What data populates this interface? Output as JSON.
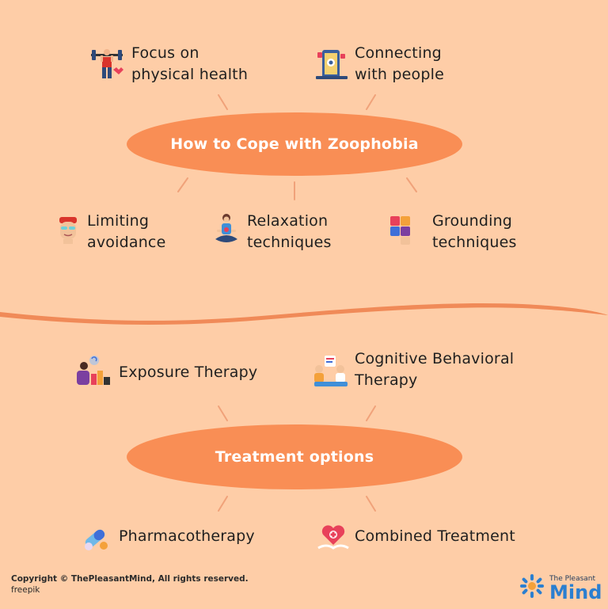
{
  "cope": {
    "title": "How to Cope with Zoophobia",
    "items": [
      {
        "line1": "Focus on",
        "line2": "physical health",
        "icon": "weightlifter-icon"
      },
      {
        "line1": "Connecting",
        "line2": "with people",
        "icon": "social-phone-icon"
      },
      {
        "line1": "Limiting",
        "line2": "avoidance",
        "icon": "person-face-icon"
      },
      {
        "line1": "Relaxation",
        "line2": "techniques",
        "icon": "meditation-icon"
      },
      {
        "line1": "Grounding",
        "line2": "techniques",
        "icon": "puzzle-icon"
      }
    ]
  },
  "treatment": {
    "title": "Treatment options",
    "items": [
      {
        "line1": "Exposure Therapy",
        "line2": "",
        "icon": "exposure-therapy-icon"
      },
      {
        "line1": "Cognitive Behavioral",
        "line2": "Therapy",
        "icon": "therapist-session-icon"
      },
      {
        "line1": "Pharmacotherapy",
        "line2": "",
        "icon": "pills-icon"
      },
      {
        "line1": "Combined Treatment",
        "line2": "",
        "icon": "heart-care-icon"
      }
    ]
  },
  "footer": {
    "copyright": "Copyright © ThePleasantMind, All rights reserved.",
    "credit": "freepik"
  },
  "brand": {
    "top": "The Pleasant",
    "main": "Mind"
  },
  "colors": {
    "background": "#fecda7",
    "oval": "#f98e55",
    "connector": "#f0a27a",
    "text": "#1f1f1f"
  }
}
